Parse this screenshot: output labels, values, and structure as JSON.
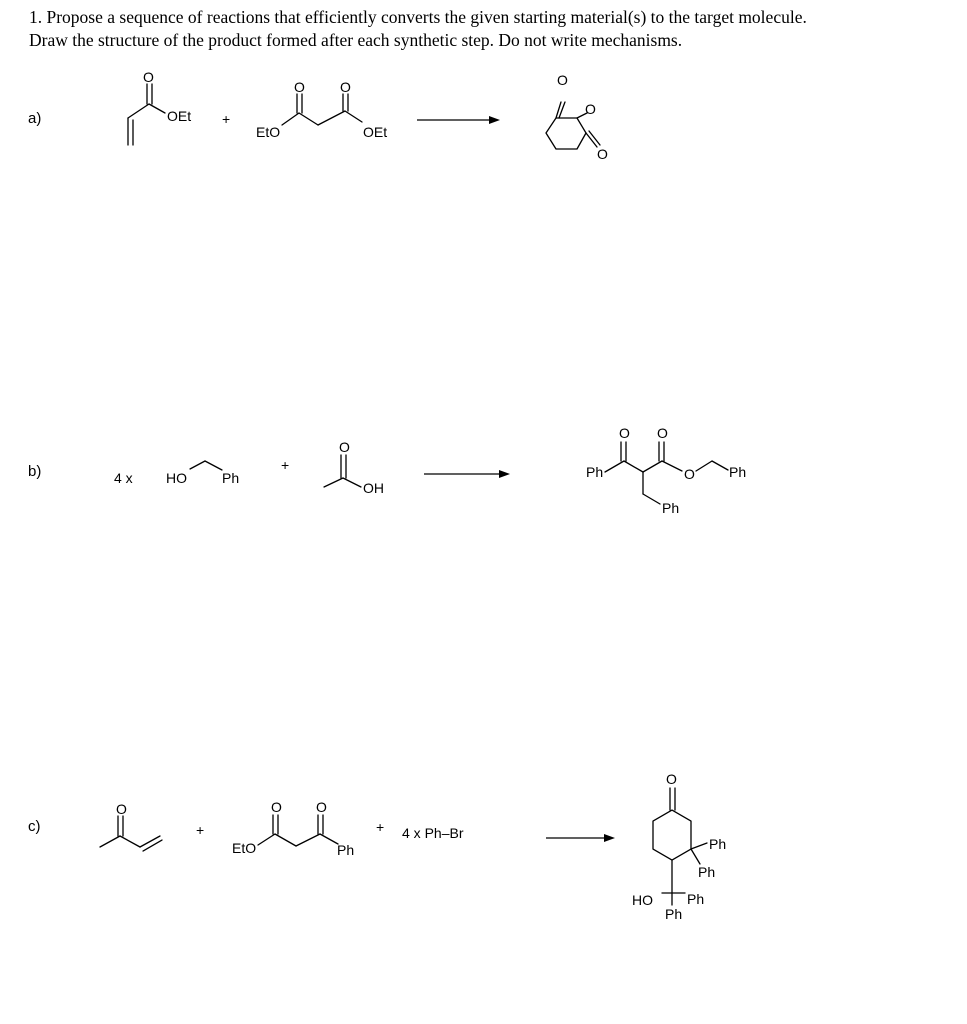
{
  "question": {
    "line1": "1. Propose a sequence of reactions that efficiently converts the given starting material(s) to the target molecule.",
    "line2": "Draw the structure of the product formed after each synthetic step. Do not write mechanisms."
  },
  "parts": {
    "a": {
      "label": "a)",
      "reagent1": {
        "oet": "OEt",
        "o": "O"
      },
      "plus": "+",
      "reagent2": {
        "eto": "EtO",
        "oet": "OEt",
        "o1": "O",
        "o2": "O"
      },
      "product": {
        "o1": "O",
        "o2": "O",
        "o3": "O"
      }
    },
    "b": {
      "label": "b)",
      "multiplier": "4 x",
      "reagent1": {
        "ho": "HO",
        "ph": "Ph"
      },
      "plus": "+",
      "reagent2": {
        "o": "O",
        "oh": "OH"
      },
      "product": {
        "o1": "O",
        "o2": "O",
        "o3": "O",
        "ph1": "Ph",
        "ph2": "Ph",
        "ph3": "Ph"
      }
    },
    "c": {
      "label": "c)",
      "reagent1": {
        "o": "O"
      },
      "plus1": "+",
      "reagent2": {
        "eto": "EtO",
        "ph": "Ph",
        "o1": "O",
        "o2": "O"
      },
      "plus2": "+",
      "reagent3": "4 x  Ph–Br",
      "product": {
        "o": "O",
        "ph1": "Ph",
        "ph2": "Ph",
        "ho": "HO",
        "ph3": "Ph",
        "ph4": "Ph"
      }
    }
  }
}
